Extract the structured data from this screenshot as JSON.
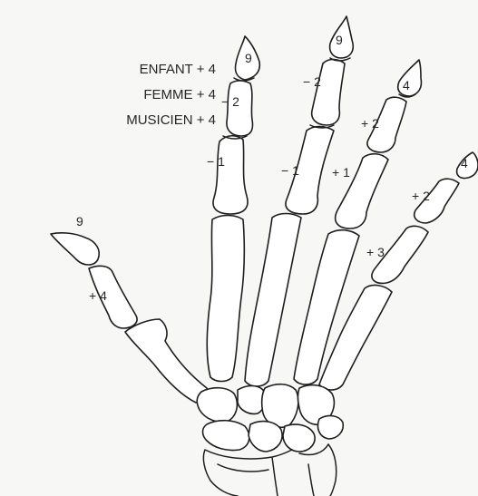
{
  "legend": {
    "lines": [
      "ENFANT + 4",
      "FEMME + 4",
      "MUSICIEN + 4"
    ]
  },
  "annotations": {
    "thumb": {
      "tip": "9",
      "proximal": "+ 4"
    },
    "index": {
      "tip": "9",
      "middle": "− 2",
      "proximal": "− 1"
    },
    "middle": {
      "tip": "9",
      "middle": "− 2",
      "proximal": "− 1"
    },
    "ring": {
      "tip": "4",
      "middle": "+ 2",
      "proximal": "+ 1"
    },
    "little": {
      "tip": "4",
      "middle": "+ 2",
      "proximal": "+ 3"
    }
  }
}
